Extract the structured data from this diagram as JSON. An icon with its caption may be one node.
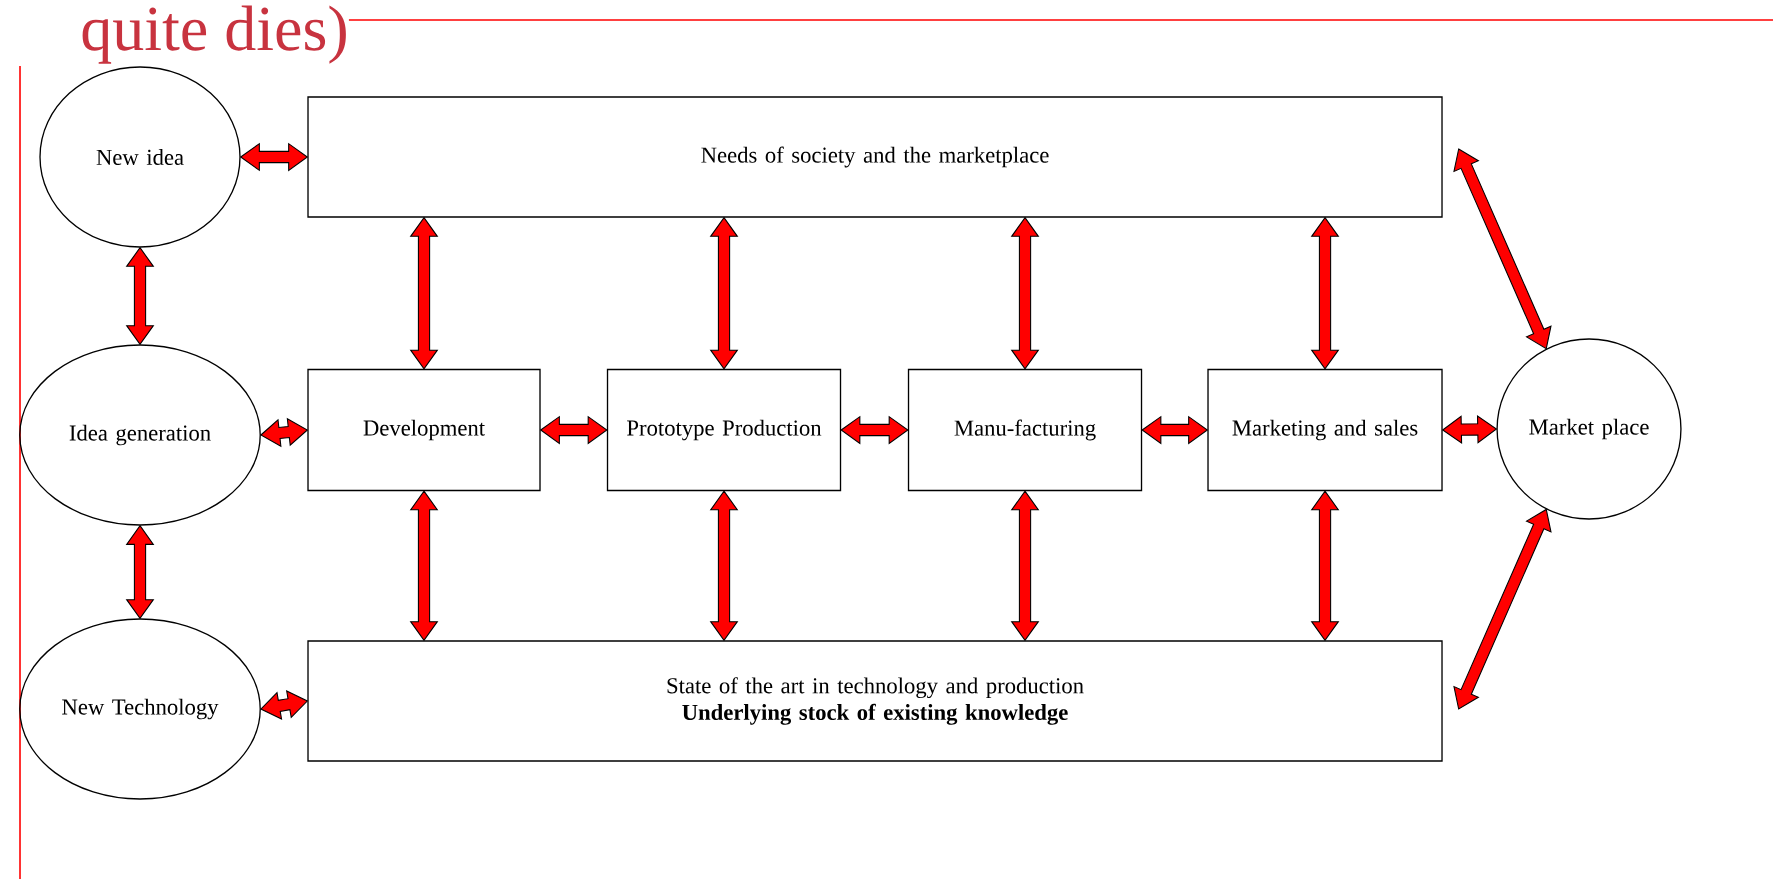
{
  "diagram": {
    "title": "quite dies)",
    "nodes": [
      {
        "text": [
          "New idea"
        ]
      },
      {
        "text": [
          "Needs of society and the marketplace"
        ]
      },
      {
        "text": [
          "Idea generation"
        ]
      },
      {
        "text": [
          "Development"
        ]
      },
      {
        "text": [
          "Prototype Production"
        ]
      },
      {
        "text": [
          "Manu-facturing"
        ]
      },
      {
        "text": [
          "Marketing and sales"
        ]
      },
      {
        "text": [
          "Market place"
        ]
      },
      {
        "text": [
          "New Technology"
        ]
      },
      {
        "text": [
          "State of the art in technology and production",
          "Underlying stock of existing knowledge"
        ]
      }
    ],
    "edges": [
      {
        "from": 0,
        "to": 1,
        "arrow": "both"
      },
      {
        "from": 0,
        "to": 2,
        "arrow": "both"
      },
      {
        "from": 2,
        "to": 8,
        "arrow": "both"
      },
      {
        "from": 2,
        "to": 3,
        "arrow": "both"
      },
      {
        "from": 8,
        "to": 9,
        "arrow": "both"
      },
      {
        "from": 3,
        "to": 4,
        "arrow": "both"
      },
      {
        "from": 4,
        "to": 5,
        "arrow": "both"
      },
      {
        "from": 5,
        "to": 6,
        "arrow": "both"
      },
      {
        "from": 6,
        "to": 7,
        "arrow": "both"
      },
      {
        "from": 1,
        "to": 3,
        "arrow": "both"
      },
      {
        "from": 1,
        "to": 4,
        "arrow": "both"
      },
      {
        "from": 1,
        "to": 5,
        "arrow": "both"
      },
      {
        "from": 1,
        "to": 6,
        "arrow": "both"
      },
      {
        "from": 3,
        "to": 9,
        "arrow": "both"
      },
      {
        "from": 4,
        "to": 9,
        "arrow": "both"
      },
      {
        "from": 5,
        "to": 9,
        "arrow": "both"
      },
      {
        "from": 6,
        "to": 9,
        "arrow": "both"
      },
      {
        "from": 1,
        "to": 7,
        "arrow": "both"
      },
      {
        "from": 9,
        "to": 7,
        "arrow": "both"
      }
    ]
  }
}
